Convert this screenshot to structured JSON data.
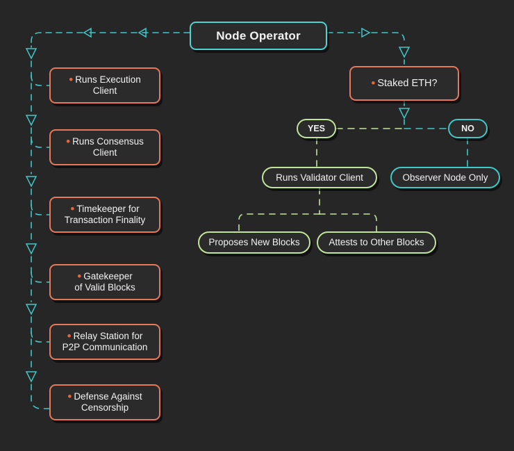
{
  "diagram": {
    "title": "Node Operator",
    "background_color": "#262626",
    "colors": {
      "teal": "#3fc9c8",
      "orange": "#e8785a",
      "orange_bullet": "#e8663c",
      "green": "#c3e59b",
      "text": "#f2f2f2",
      "node_fill": "#2b2b2b"
    },
    "root": {
      "label": "Node Operator"
    },
    "responsibilities": [
      {
        "id": "runs-execution-client",
        "line1": "Runs Execution",
        "line2": "Client",
        "bullet": "•"
      },
      {
        "id": "runs-consensus-client",
        "line1": "Runs Consensus",
        "line2": "Client",
        "bullet": "•"
      },
      {
        "id": "timekeeper-transaction-finality",
        "line1": "Timekeeper for",
        "line2": "Transaction Finality",
        "bullet": "•"
      },
      {
        "id": "gatekeeper-valid-blocks",
        "line1": "Gatekeeper",
        "line2": "of Valid Blocks",
        "bullet": "•"
      },
      {
        "id": "relay-station-p2p",
        "line1": "Relay Station for",
        "line2": "P2P Communication",
        "bullet": "•"
      },
      {
        "id": "defense-against-censorship",
        "line1": "Defense Against",
        "line2": "Censorship",
        "bullet": "•"
      }
    ],
    "decision": {
      "label": "Staked ETH?",
      "bullet": "•",
      "branches": {
        "yes": {
          "label": "YES"
        },
        "no": {
          "label": "NO"
        }
      }
    },
    "yes_path": {
      "node": "Runs Validator Client",
      "outcomes": [
        {
          "label": "Proposes New Blocks"
        },
        {
          "label": "Attests to Other Blocks"
        }
      ]
    },
    "no_path": {
      "node": "Observer Node Only"
    }
  }
}
